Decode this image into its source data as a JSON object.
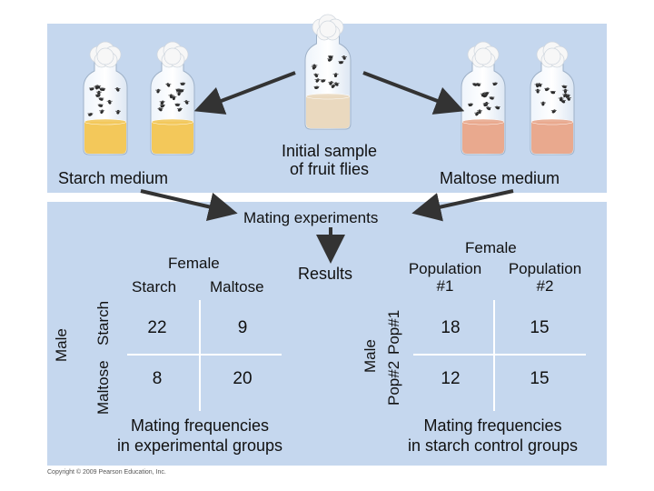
{
  "top": {
    "initial_label": "Initial sample\nof fruit flies",
    "starch_label": "Starch medium",
    "maltose_label": "Maltose medium"
  },
  "bottom": {
    "mating_label": "Mating experiments",
    "results_label": "Results",
    "left_table": {
      "female_header": "Female",
      "col_headers": [
        "Starch",
        "Maltose"
      ],
      "male_header": "Male",
      "row_headers": [
        "Starch",
        "Maltose"
      ],
      "values": [
        [
          22,
          9
        ],
        [
          8,
          20
        ]
      ],
      "caption": "Mating frequencies\nin experimental groups"
    },
    "right_table": {
      "female_header": "Female",
      "col_headers": [
        "Population\n#1",
        "Population\n#2"
      ],
      "male_header": "Male",
      "row_headers": [
        "Pop#1",
        "Pop#2"
      ],
      "values": [
        [
          18,
          15
        ],
        [
          12,
          15
        ]
      ],
      "caption": "Mating frequencies\nin starch control groups"
    }
  },
  "copyright": "Copyright © 2009 Pearson Education, Inc.",
  "colors": {
    "panel": "#c5d7ee",
    "starch_medium": "#f3c85a",
    "maltose_medium": "#e9a98e",
    "initial_medium": "#ead9bf"
  },
  "icons": [
    "vial-icon",
    "fruit-fly-icon",
    "arrow-icon"
  ]
}
